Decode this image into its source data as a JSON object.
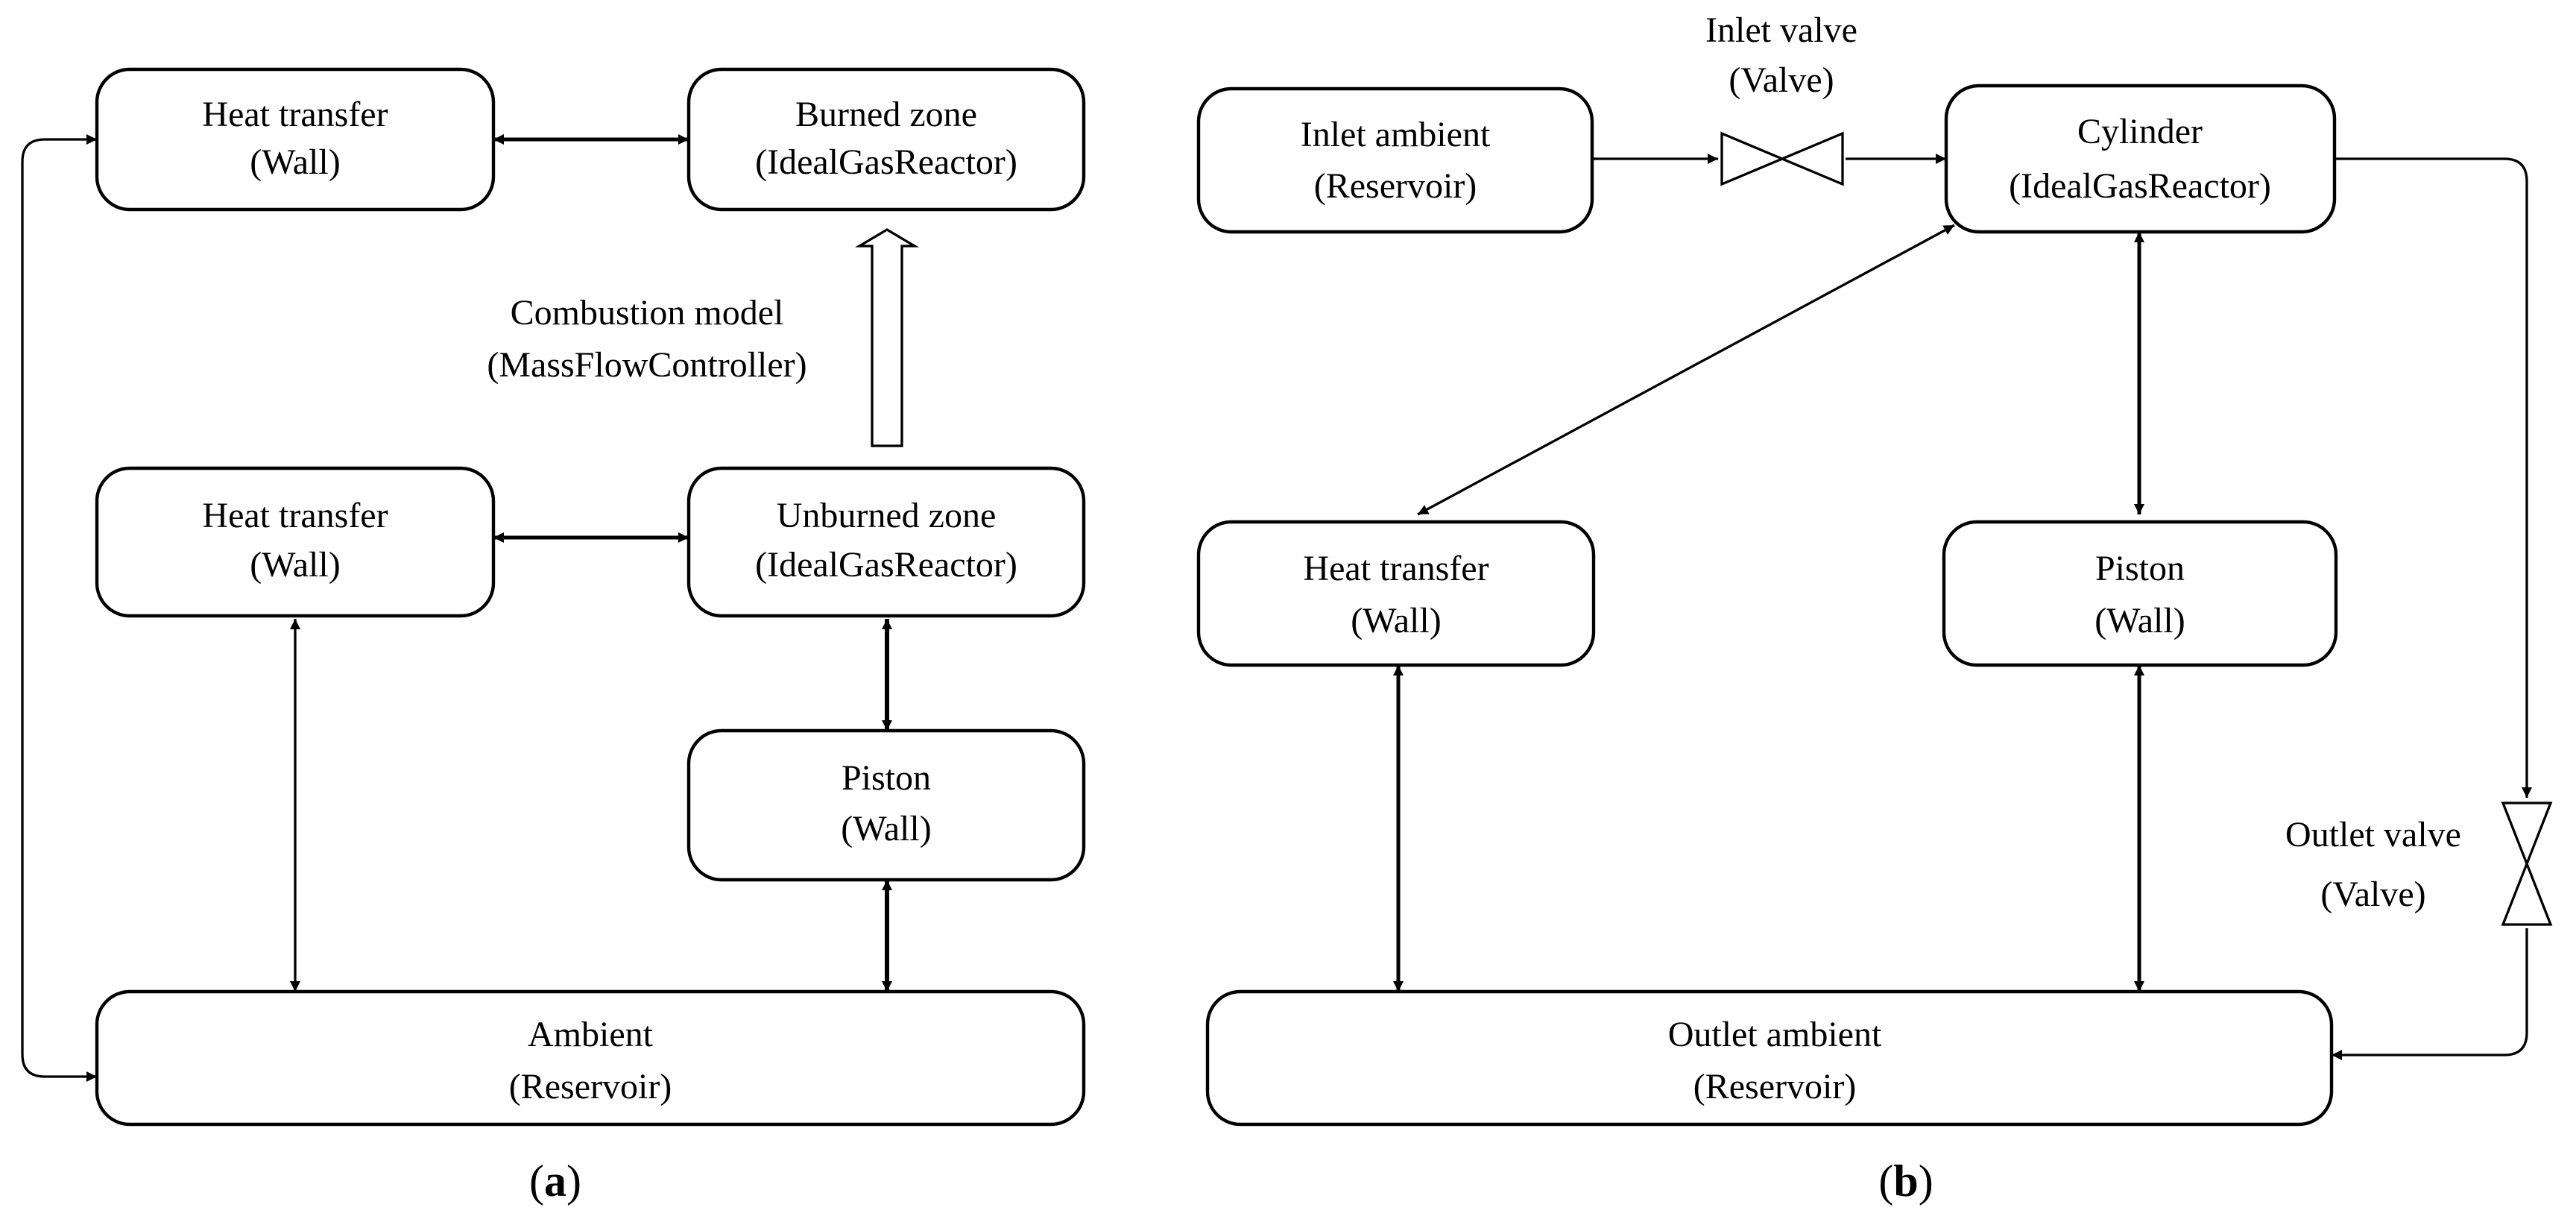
{
  "panel_a": {
    "caption": {
      "open": "(",
      "letter": "a",
      "close": ")"
    },
    "heat_transfer_top": {
      "line1": "Heat transfer",
      "line2": "(Wall)"
    },
    "burned_zone": {
      "line1": "Burned zone",
      "line2": "(IdealGasReactor)"
    },
    "combustion_model": {
      "line1": "Combustion model",
      "line2": "(MassFlowController)"
    },
    "heat_transfer_mid": {
      "line1": "Heat transfer",
      "line2": "(Wall)"
    },
    "unburned_zone": {
      "line1": "Unburned zone",
      "line2": "(IdealGasReactor)"
    },
    "piston": {
      "line1": "Piston",
      "line2": "(Wall)"
    },
    "ambient": {
      "line1": "Ambient",
      "line2": "(Reservoir)"
    }
  },
  "panel_b": {
    "caption": {
      "open": "(",
      "letter": "b",
      "close": ")"
    },
    "inlet_ambient": {
      "line1": "Inlet ambient",
      "line2": "(Reservoir)"
    },
    "inlet_valve": {
      "line1": "Inlet valve",
      "line2": "(Valve)"
    },
    "cylinder": {
      "line1": "Cylinder",
      "line2": "(IdealGasReactor)"
    },
    "heat_transfer": {
      "line1": "Heat transfer",
      "line2": "(Wall)"
    },
    "piston": {
      "line1": "Piston",
      "line2": "(Wall)"
    },
    "outlet_valve": {
      "line1": "Outlet valve",
      "line2": "(Valve)"
    },
    "outlet_ambient": {
      "line1": "Outlet ambient",
      "line2": "(Reservoir)"
    }
  }
}
